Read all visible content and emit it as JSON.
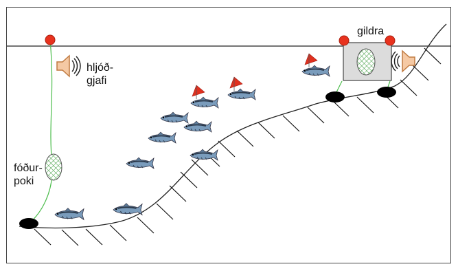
{
  "labels": {
    "sound_source_line1": "hljóð-",
    "sound_source_line2": "gjafi",
    "bait_bag_line1": "fóður-",
    "bait_bag_line2": "poki",
    "trap": "gildra"
  },
  "icons": [
    "speaker-icon",
    "fish-icon",
    "tag-flag-icon",
    "mesh-bag-icon",
    "anchor-weight-icon",
    "buoy-icon"
  ],
  "colors": {
    "buoy": "#e8321e",
    "speaker_body": "#f5c9a4",
    "speaker_outline": "#c07a40",
    "line_green": "#4cbd4c",
    "anchor": "#000000",
    "trap_fill": "#dcdcdc",
    "fish_body": "#6a8fb0",
    "tag": "#e0301e"
  }
}
